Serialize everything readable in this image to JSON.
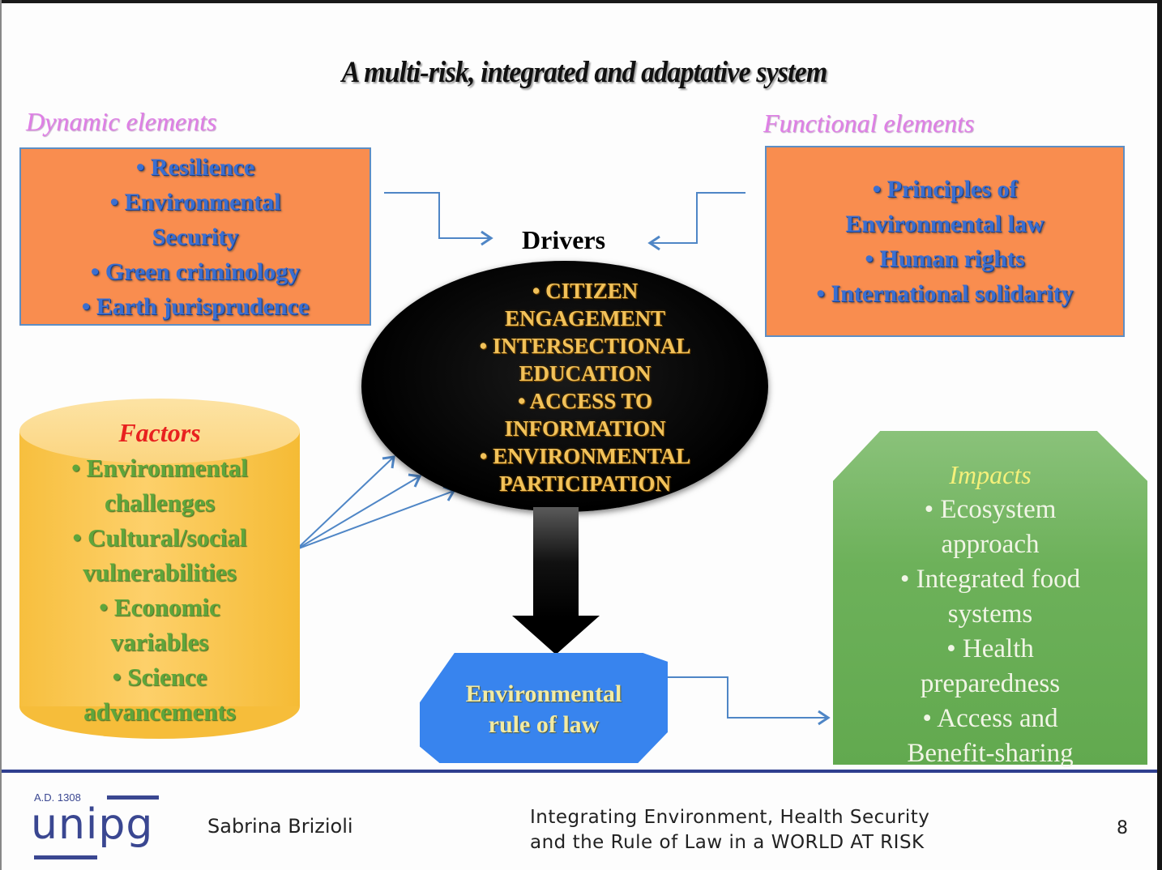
{
  "slide": {
    "title": "A multi-risk, integrated and adaptative system",
    "dynamic": {
      "label": "Dynamic elements",
      "items": [
        "•  Resilience",
        "•  Environmental",
        "Security",
        "•  Green criminology",
        "•  Earth jurisprudence"
      ]
    },
    "functional": {
      "label": "Functional elements",
      "items": [
        "•  Principles of",
        "Environmental law",
        "•  Human rights",
        "•  International solidarity"
      ]
    },
    "drivers": {
      "label": "Drivers",
      "items": [
        "•  CITIZEN",
        "ENGAGEMENT",
        "•  INTERSECTIONAL",
        "EDUCATION",
        "•  ACCESS TO",
        "INFORMATION",
        "•  ENVIRONMENTAL",
        "PARTICIPATION"
      ]
    },
    "factors": {
      "label": "Factors",
      "items": [
        "•  Environmental",
        "challenges",
        "•  Cultural/social",
        "vulnerabilities",
        "•  Economic",
        "variables",
        "•  Science",
        "advancements"
      ]
    },
    "rule_of_law": {
      "lines": [
        "Environmental",
        "rule of law"
      ]
    },
    "impacts": {
      "label": "Impacts",
      "items": [
        "•  Ecosystem",
        "approach",
        "•  Integrated food",
        "systems",
        "•  Health",
        "preparedness",
        "•  Access and",
        "Benefit-sharing"
      ]
    },
    "colors": {
      "orange_box": "#f98d4f",
      "connector": "#4f86c6",
      "impact_green": "#6db15a",
      "rule_blue": "#3884ee",
      "footer_blue": "#2f3f8f"
    }
  },
  "footer": {
    "logo_year": "A.D. 1308",
    "logo_text": "unipg",
    "author": "Sabrina Brizioli",
    "presentation_title_line1": "Integrating Environment, Health Security",
    "presentation_title_line2": "and the Rule of Law in a WORLD AT RISK",
    "page_number": "8"
  }
}
